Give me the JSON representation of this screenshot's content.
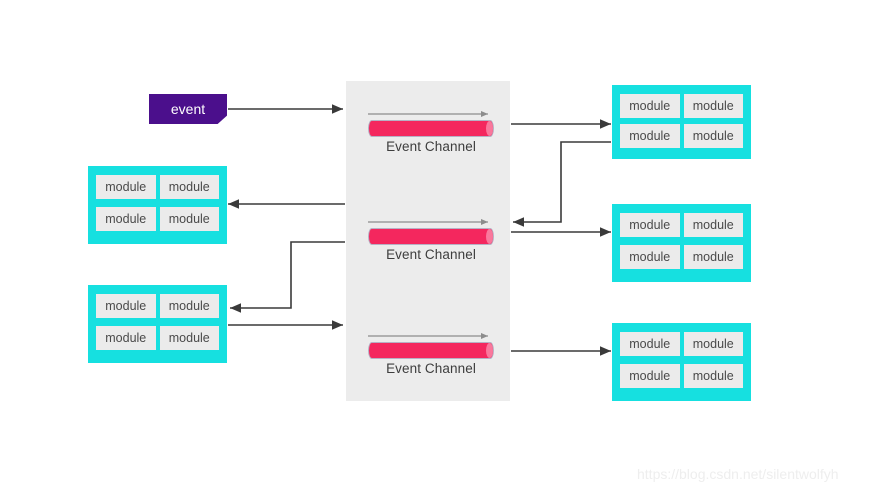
{
  "diagram": {
    "event_box": {
      "label": "event"
    },
    "channels": [
      {
        "label": "Event Channel"
      },
      {
        "label": "Event Channel"
      },
      {
        "label": "Event Channel"
      }
    ],
    "module_groups": [
      {
        "id": "left-middle",
        "cells": [
          "module",
          "module",
          "module",
          "module"
        ]
      },
      {
        "id": "left-bottom",
        "cells": [
          "module",
          "module",
          "module",
          "module"
        ]
      },
      {
        "id": "right-top",
        "cells": [
          "module",
          "module",
          "module",
          "module"
        ]
      },
      {
        "id": "right-middle",
        "cells": [
          "module",
          "module",
          "module",
          "module"
        ]
      },
      {
        "id": "right-bottom",
        "cells": [
          "module",
          "module",
          "module",
          "module"
        ]
      }
    ],
    "watermark": "https://blog.csdn.net/silentwolfyh",
    "colors": {
      "event_purple": "#4b0f8c",
      "channel_pink": "#f4275e",
      "channel_cap": "#f9789c",
      "module_cyan": "#16e0e0",
      "module_fill": "#ebebeb",
      "panel_gray": "#ececec",
      "connector": "#3a3a3a",
      "channel_arrow": "#8c8c8c"
    }
  }
}
